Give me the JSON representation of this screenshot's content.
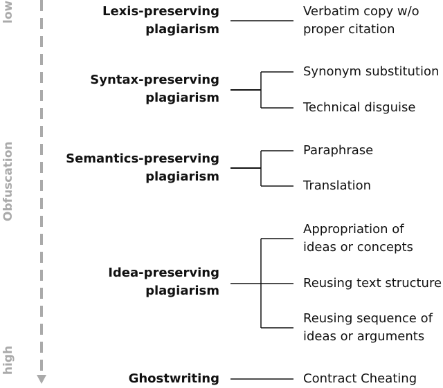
{
  "axis": {
    "low_label": "low",
    "mid_label": "Obfuscation",
    "high_label": "high"
  },
  "categories": [
    {
      "name_line1": "Lexis-preserving",
      "name_line2": "plagiarism",
      "leaves": [
        {
          "line1": "Verbatim copy w/o",
          "line2": "proper citation"
        }
      ]
    },
    {
      "name_line1": "Syntax-preserving",
      "name_line2": "plagiarism",
      "leaves": [
        {
          "line1": "Synonym substitution"
        },
        {
          "line1": "Technical disguise"
        }
      ]
    },
    {
      "name_line1": "Semantics-preserving",
      "name_line2": "plagiarism",
      "leaves": [
        {
          "line1": "Paraphrase"
        },
        {
          "line1": "Translation"
        }
      ]
    },
    {
      "name_line1": "Idea-preserving",
      "name_line2": "plagiarism",
      "leaves": [
        {
          "line1": "Appropriation of",
          "line2": "ideas or concepts"
        },
        {
          "line1": "Reusing text structure"
        },
        {
          "line1": "Reusing sequence of",
          "line2": "ideas or arguments"
        }
      ]
    },
    {
      "name_line1": "Ghostwriting",
      "leaves": [
        {
          "line1": "Contract Cheating"
        }
      ]
    }
  ]
}
